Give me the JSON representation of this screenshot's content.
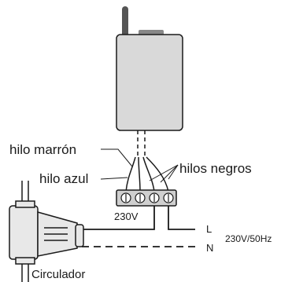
{
  "labels": {
    "brown_wire": "hilo marrón",
    "blue_wire": "hilo azul",
    "black_wires": "hilos negros",
    "voltage_terminal": "230V",
    "live": "L",
    "neutral": "N",
    "supply": "230V/50Hz",
    "pump": "Circulador"
  },
  "colors": {
    "line": "#1a1a1a",
    "device_fill": "#d9d9d9",
    "terminal_fill": "#cfcfcf",
    "pump_fill": "#e8e8e8"
  }
}
